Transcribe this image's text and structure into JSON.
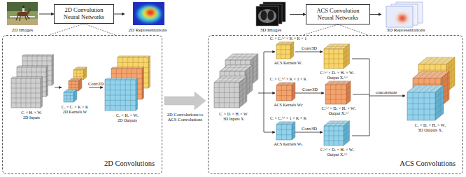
{
  "diagram": {
    "nodes": [
      {
        "text": [
          "2D Images"
        ]
      },
      {
        "text": [
          "2D Convolution Neural Networks"
        ]
      },
      {
        "text": [
          "2D Representations"
        ]
      },
      {
        "text": [
          "3D Images"
        ]
      },
      {
        "text": [
          "ACS Convolution Neural Networks"
        ]
      },
      {
        "text": [
          "3D Representations"
        ]
      },
      {
        "text": [
          "2D Convolutions"
        ]
      },
      {
        "text": [
          "ACS Convolutions"
        ]
      }
    ],
    "edges": [
      {
        "from": 0,
        "to": 1,
        "arrow": "to"
      },
      {
        "from": 1,
        "to": 2,
        "arrow": "to"
      },
      {
        "from": 3,
        "to": 4,
        "arrow": "to"
      },
      {
        "from": 4,
        "to": 5,
        "arrow": "to"
      },
      {
        "from": 1,
        "to": 6,
        "arrow": "none"
      },
      {
        "from": 4,
        "to": 7,
        "arrow": "none"
      },
      {
        "from": 6,
        "to": 7,
        "arrow": "to",
        "label": "2D Convolutions to ACS Convolutions"
      }
    ],
    "labels": [
      "Cᵢ × Hᵢ × Wᵢ",
      "2D Inputs",
      "Cₒ × Cᵢ × K × K",
      "2D Kernels W",
      "Conv2D",
      "Cₒ × Hₒ × Wₒ",
      "2D Outputs",
      "Cᵢ × Dᵢ × Hᵢ × Wᵢ",
      "3D Inputs Xᵢ",
      "Cᵢ × Cₒ⁽ᵃ⁾ × K × K × 1",
      "ACS Kernels Wₐ",
      "Conv3D",
      "Cₒ⁽ᵃ⁾ × Dₒ × Hₒ × Wₒ",
      "Output Xₒ⁽ᵃ⁾",
      "Cᵢ × Cₒ⁽ᶜ⁾ × K × 1 × K",
      "ACS Kernels Wc",
      "Conv3D",
      "Cₒ⁽ᶜ⁾ × Dₒ × Hₒ × Wₒ",
      "Output Xₒ⁽ᶜ⁾",
      "Cᵢ × Cₒ⁽ˢ⁾ × 1 × K × K",
      "ACS Kernels Wₛ",
      "Conv3D",
      "Cₒ⁽ˢ⁾ × Dₒ × Hₒ × Wₒ",
      "Output Xₒ⁽ˢ⁾",
      "concatenate",
      "Cₒ × Dₒ × Hₒ × Wₒ",
      "3D Outputs Xₒ"
    ]
  }
}
